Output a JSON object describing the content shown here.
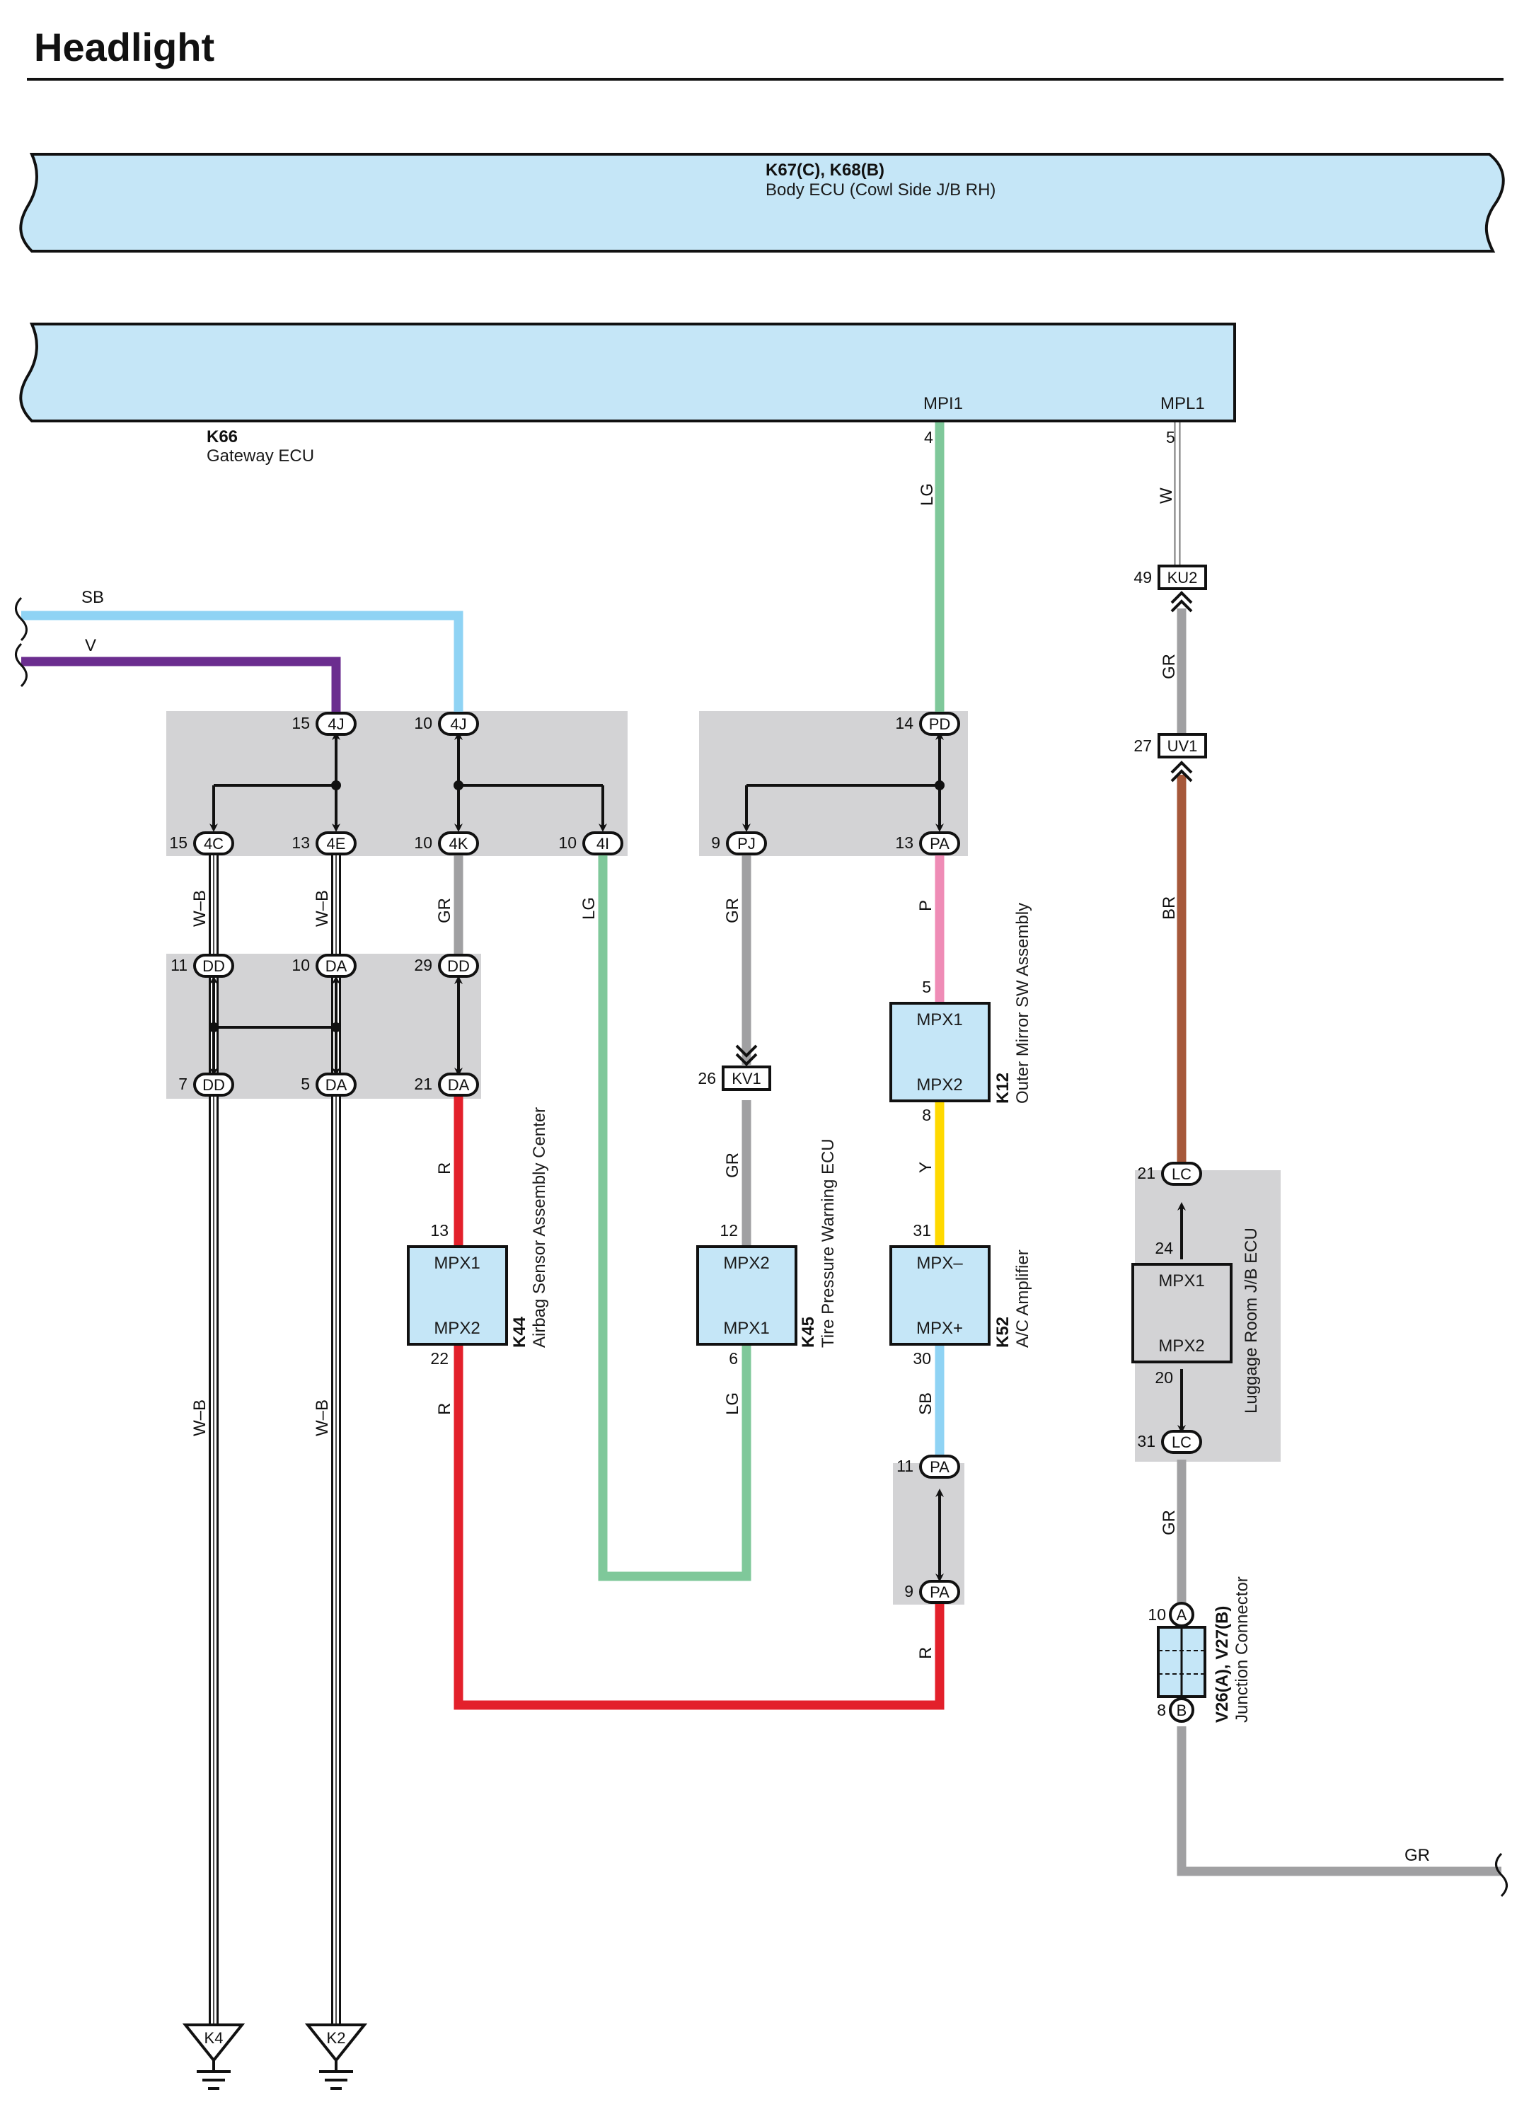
{
  "page": {
    "title": "Headlight"
  },
  "ecus": {
    "body_ecu": {
      "code": "K67(C), K68(B)",
      "name": "Body ECU (Cowl Side J/B RH)"
    },
    "gateway_ecu": {
      "code": "K66",
      "name": "Gateway ECU",
      "pin_mpi1": "MPI1",
      "pin_mpl1": "MPL1",
      "pin_mpi1_num": "4",
      "pin_mpl1_num": "5"
    }
  },
  "wires": {
    "sb_in": "SB",
    "v_in": "V",
    "lg_main": "LG",
    "w_main": "W",
    "gr_ku2": "GR",
    "br": "BR",
    "wb_1": "W–B",
    "wb_2": "W–B",
    "gr_4k": "GR",
    "lg_4i": "LG",
    "gr_pj": "GR",
    "p": "P",
    "wb_3": "W–B",
    "wb_4": "W–B",
    "r_1": "R",
    "gr_kv1": "GR",
    "y": "Y",
    "r_2": "R",
    "lg_k45": "LG",
    "sb_k52": "SB",
    "gr_lc": "GR",
    "r_3": "R",
    "gr_out": "GR"
  },
  "connectors": {
    "4J_a": {
      "name": "4J",
      "pin": "15"
    },
    "4J_b": {
      "name": "4J",
      "pin": "10"
    },
    "4C": {
      "name": "4C",
      "pin": "15"
    },
    "4E": {
      "name": "4E",
      "pin": "13"
    },
    "4K": {
      "name": "4K",
      "pin": "10"
    },
    "4I": {
      "name": "4I",
      "pin": "10"
    },
    "PD": {
      "name": "PD",
      "pin": "14"
    },
    "PJ": {
      "name": "PJ",
      "pin": "9"
    },
    "PA_top": {
      "name": "PA",
      "pin": "13"
    },
    "DD_1": {
      "name": "DD",
      "pin": "11"
    },
    "DA_1": {
      "name": "DA",
      "pin": "10"
    },
    "DD_2": {
      "name": "DD",
      "pin": "29"
    },
    "DD_3": {
      "name": "DD",
      "pin": "7"
    },
    "DA_2": {
      "name": "DA",
      "pin": "5"
    },
    "DA_3": {
      "name": "DA",
      "pin": "21"
    },
    "KU2": {
      "name": "KU2",
      "pin": "49"
    },
    "UV1": {
      "name": "UV1",
      "pin": "27"
    },
    "KV1": {
      "name": "KV1",
      "pin": "26"
    },
    "LC_1": {
      "name": "LC",
      "pin": "21"
    },
    "LC_2": {
      "name": "LC",
      "pin": "31"
    },
    "PA_2": {
      "name": "PA",
      "pin": "11"
    },
    "PA_3": {
      "name": "PA",
      "pin": "9"
    },
    "A": {
      "name": "A",
      "pin": "10"
    },
    "B": {
      "name": "B",
      "pin": "8"
    }
  },
  "components": {
    "k44": {
      "code": "K44",
      "name": "Airbag Sensor Assembly Center",
      "pin_top": "MPX1",
      "pin_bot": "MPX2",
      "num_top": "13",
      "num_bot": "22"
    },
    "k45": {
      "code": "K45",
      "name": "Tire Pressure Warning ECU",
      "pin_top": "MPX2",
      "pin_bot": "MPX1",
      "num_top": "12",
      "num_bot": "6"
    },
    "k12": {
      "code": "K12",
      "name": "Outer Mirror SW Assembly",
      "pin_top": "MPX1",
      "pin_bot": "MPX2",
      "num_top": "5",
      "num_bot": "8"
    },
    "k52": {
      "code": "K52",
      "name": "A/C Amplifier",
      "pin_top": "MPX–",
      "pin_bot": "MPX+",
      "num_top": "31",
      "num_bot": "30"
    },
    "luggage": {
      "name": "Luggage Room J/B ECU",
      "pin_top": "MPX1",
      "pin_bot": "MPX2",
      "num_top": "24",
      "num_bot": "20"
    },
    "jc": {
      "code": "V26(A), V27(B)",
      "name": "Junction Connector"
    }
  },
  "grounds": {
    "g1": "K4",
    "g2": "K2"
  },
  "colors": {
    "ecu_fill": "#c5e6f7",
    "splice_fill": "#d3d3d5",
    "sb": "#8fd3f4",
    "v": "#6b2d8f",
    "lg": "#7fc89a",
    "gr": "#a0a0a2",
    "br": "#a6583a",
    "r": "#e3202b",
    "p": "#ef8cb6",
    "y": "#ffd900"
  }
}
